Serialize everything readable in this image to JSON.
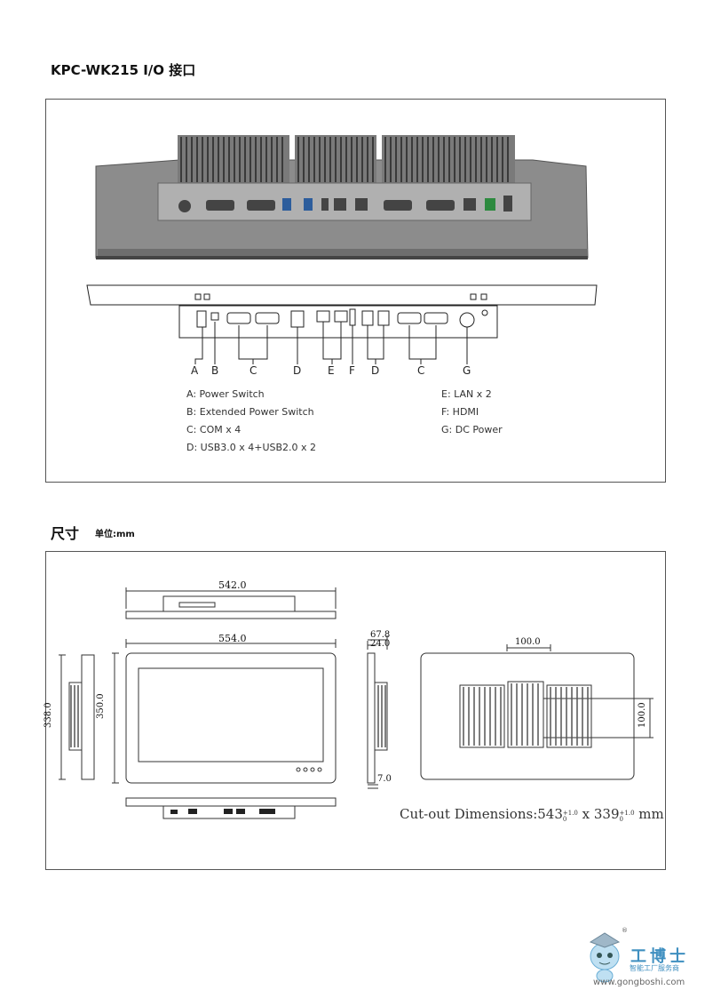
{
  "io_section": {
    "title": "KPC-WK215 I/O 接口",
    "letters": [
      "A",
      "B",
      "C",
      "D",
      "E",
      "F",
      "D",
      "C",
      "G"
    ],
    "legend_left": [
      "A: Power Switch",
      "B: Extended Power Switch",
      "C: COM x 4",
      "D: USB3.0 x 4+USB2.0 x 2"
    ],
    "legend_right": [
      "E: LAN x 2",
      "F: HDMI",
      "G: DC Power"
    ]
  },
  "dim_section": {
    "title": "尺寸",
    "unit_label": "单位:mm",
    "dims": {
      "top_width": "542.0",
      "front_width": "554.0",
      "front_height": "350.0",
      "side_height": "338.0",
      "depth_total": "67.8",
      "depth_front": "24.0",
      "depth_bottom": "7.0",
      "hole_h": "100.0",
      "hole_v": "100.0"
    },
    "cutout": {
      "prefix": "Cut-out Dimensions:",
      "w": "543",
      "w_tol_up": "+1.0",
      "w_tol_down": "0",
      "x": " x ",
      "h": "339",
      "h_tol_up": "+1.0",
      "h_tol_down": "0",
      "unit": " mm"
    }
  },
  "watermark": {
    "brand": "工博士",
    "tagline": "智能工厂服务商",
    "url": "www.gongboshi.com",
    "reg": "®"
  }
}
